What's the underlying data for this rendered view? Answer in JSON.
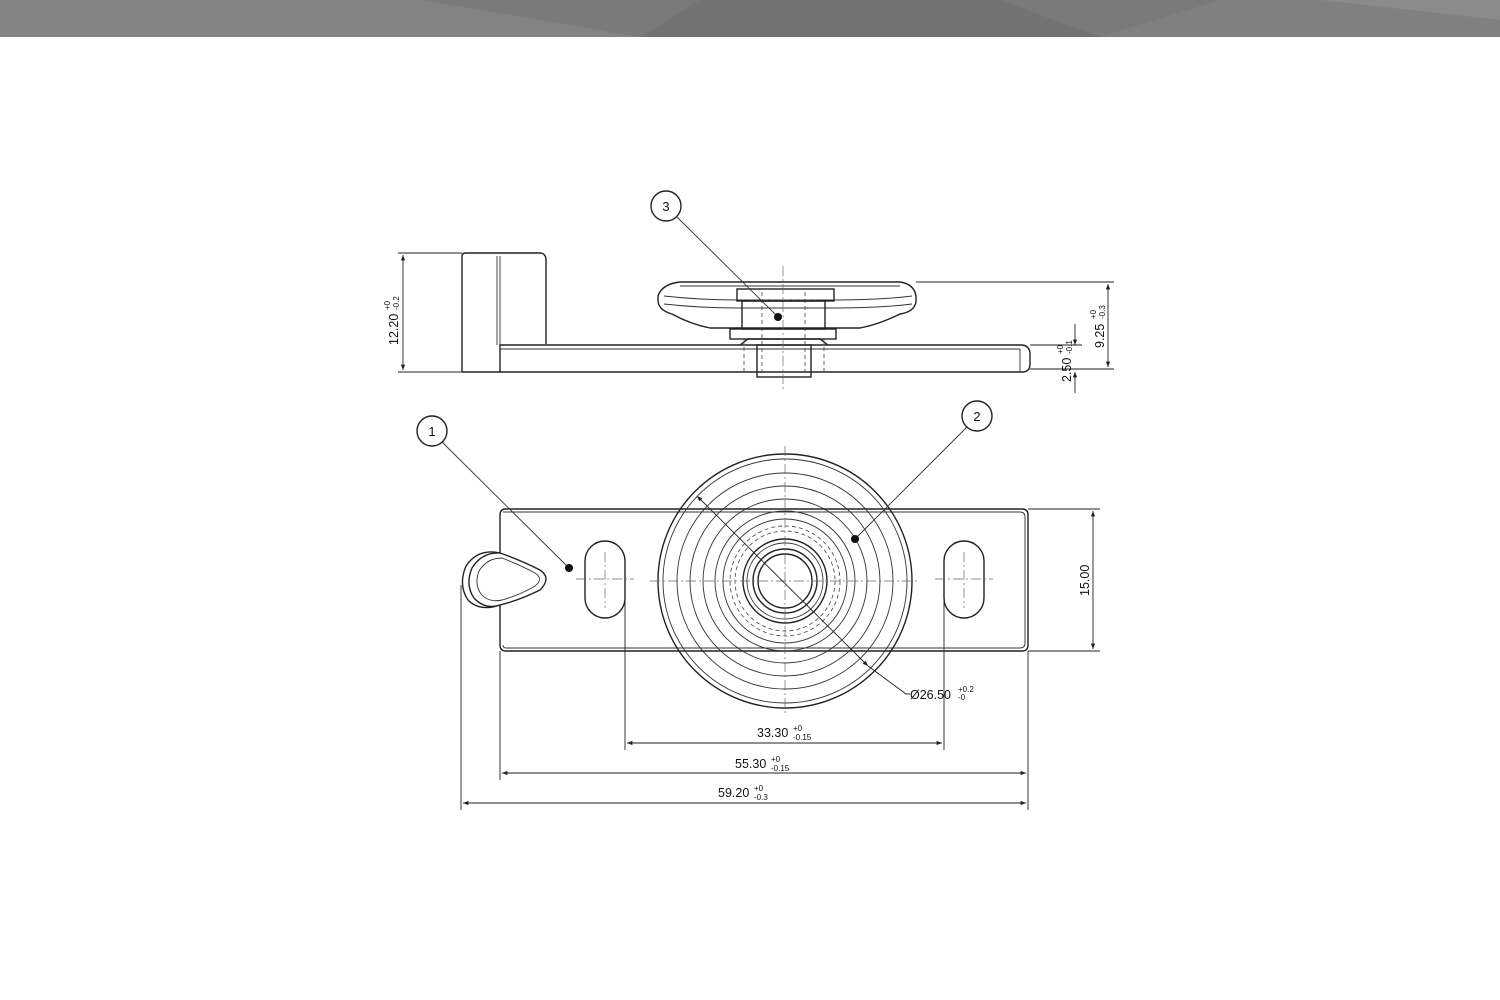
{
  "callouts": {
    "c1": "1",
    "c2": "2",
    "c3": "3"
  },
  "dimensions": {
    "d_height": {
      "value": "12.20",
      "tol_upper": "+0",
      "tol_lower": "-0.2"
    },
    "d_boss": {
      "value": "9.25",
      "tol_upper": "+0",
      "tol_lower": "-0.3"
    },
    "d_plate": {
      "value": "2.50",
      "tol_upper": "+0",
      "tol_lower": "-0.1"
    },
    "d_width": {
      "value": "15.00"
    },
    "d_diameter": {
      "value": "Ø26.50",
      "tol_upper": "+0.2",
      "tol_lower": "-0"
    },
    "d_slots": {
      "value": "33.30",
      "tol_upper": "+0",
      "tol_lower": "-0.15"
    },
    "d_plate_len": {
      "value": "55.30",
      "tol_upper": "+0",
      "tol_lower": "-0.15"
    },
    "d_overall": {
      "value": "59.20",
      "tol_upper": "+0",
      "tol_lower": "-0.3"
    }
  },
  "colors": {
    "band": "#7a7a7a",
    "line": "#222222"
  }
}
